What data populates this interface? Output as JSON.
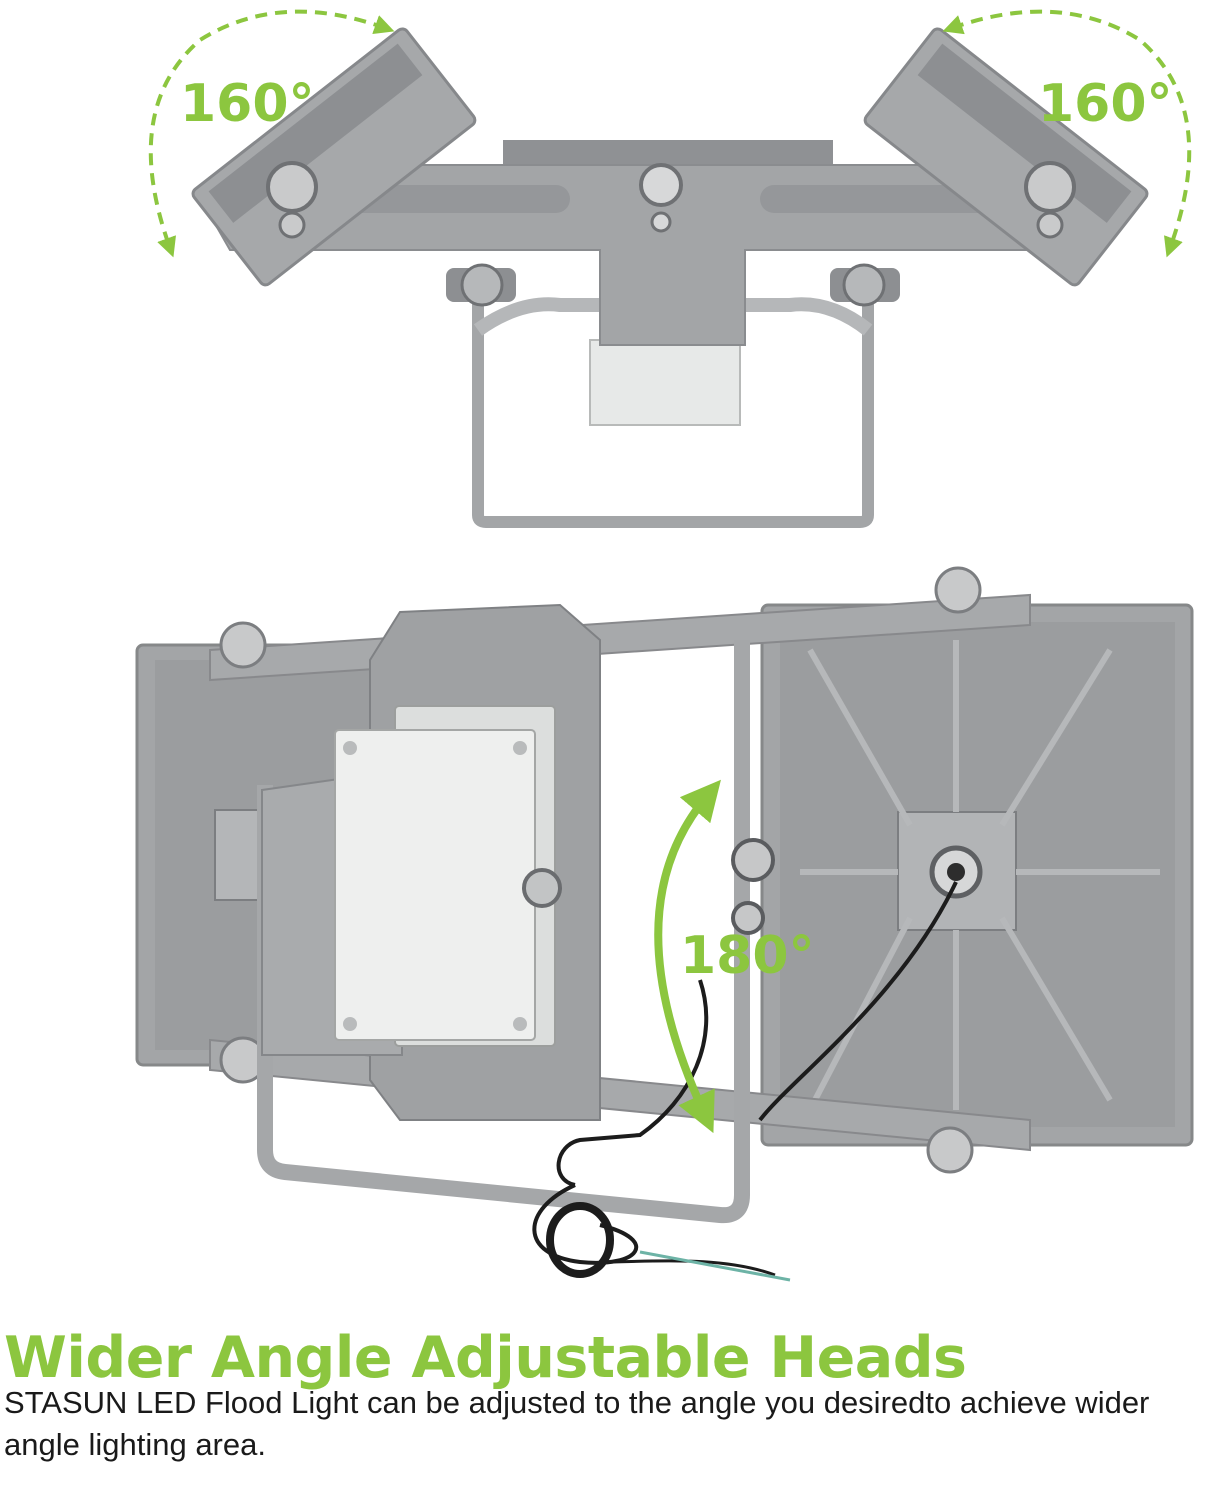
{
  "colors": {
    "accent": "#8cc63f",
    "metal": "#a3a5a7",
    "metal_dark": "#7e8083",
    "metal_light": "#c4c6c8",
    "junction_box": "#eceeed",
    "cable": "#1c1c1c",
    "text": "#1a1a1a"
  },
  "top_view": {
    "left_angle_label": "160°",
    "right_angle_label": "160°"
  },
  "back_view": {
    "angle_label": "180°"
  },
  "headline": "Wider Angle Adjustable Heads",
  "description": "STASUN LED Flood Light can be adjusted to the angle you desiredto achieve wider angle lighting area."
}
